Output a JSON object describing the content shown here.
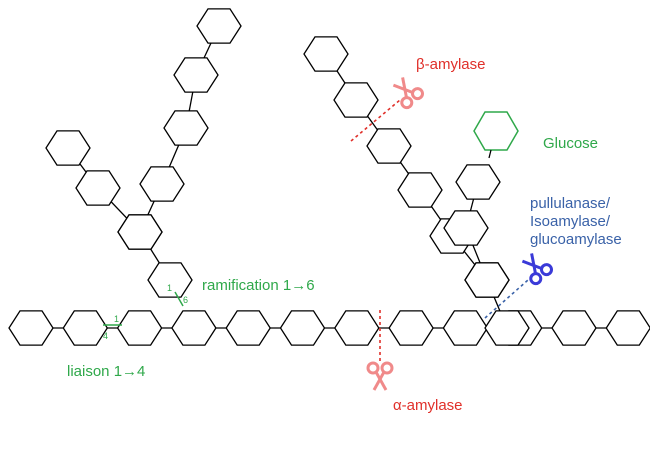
{
  "labels": {
    "beta_amylase": "β-amylase",
    "glucose": "Glucose",
    "debranching_line1": "pullulanase/",
    "debranching_line2": "Isoamylase/",
    "debranching_line3": "glucoamylase",
    "ramification": "ramification 1→6",
    "liaison": "liaison 1→4",
    "alpha_amylase": "α-amylase",
    "pos1_a": "1",
    "pos4": "4",
    "pos1_b": "1",
    "pos6": "6"
  },
  "colors": {
    "red": "#e0302a",
    "green": "#2fa84a",
    "blue": "#3a62a8",
    "scissors_red": "#f08a8a",
    "scissors_blue": "#3a3ad8",
    "stroke": "#000000"
  },
  "icons": [
    "scissors-icon"
  ]
}
